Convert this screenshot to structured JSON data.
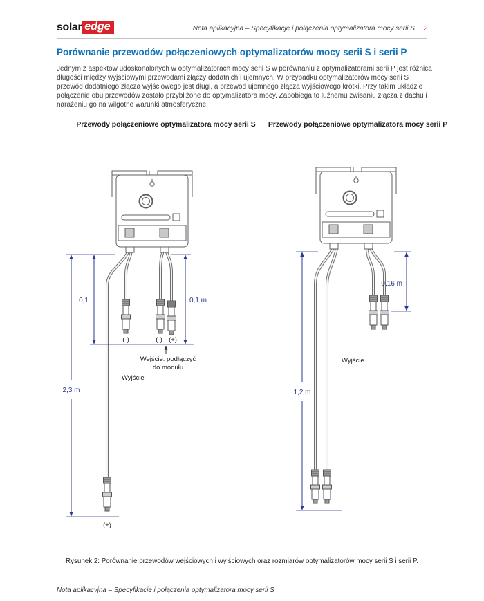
{
  "colors": {
    "brand_red": "#D8232A",
    "heading_blue": "#1274B7",
    "dimension_blue": "#2B3990"
  },
  "header": {
    "logo_solar": "solar",
    "logo_edge": "edge",
    "doc_title": "Nota aplikacyjna – Specyfikacje i połączenia optymalizatora mocy serii S",
    "page_number": "2"
  },
  "content": {
    "title": "Porównanie przewodów połączeniowych optymalizatorów mocy serii S i serii P",
    "paragraph": "Jednym z aspektów udoskonalonych w optymalizatorach mocy serii S w porównaniu z optymalizatorami serii P jest różnica długości między wyjściowymi przewodami złączy dodatnich i ujemnych. W przypadku optymalizatorów mocy serii S przewód dodatniego złącza wyjściowego jest długi, a przewód ujemnego złącza wyjściowego krótki. Przy takim układzie połączenie obu przewodów zostało przybliżone do optymalizatora mocy. Zapobiega to luźnemu zwisaniu złącza z dachu i narażeniu go na wilgotne warunki atmosferyczne."
  },
  "figure": {
    "series_s": {
      "label": "Przewody połączeniowe optymalizatora mocy serii S",
      "dim_input_left": "0,1",
      "dim_input_right": "0,1 m",
      "dim_output": "2,3 m",
      "connector_minus": "(-)",
      "connector_pair_minus": "(-)",
      "connector_pair_plus": "(+)",
      "input_note_line1": "Wejście: podłączyć",
      "input_note_line2": "do modułu",
      "output_label": "Wyjście",
      "connector_plus_bottom": "(+)"
    },
    "series_p": {
      "label": "Przewody połączeniowe optymalizatora mocy serii P",
      "dim_input": "0,16 m",
      "dim_output": "1,2 m",
      "output_label": "Wyjście"
    },
    "caption": "Rysunek 2: Porównanie przewodów wejściowych i wyjściowych oraz rozmiarów optymalizatorów mocy serii S i serii P."
  },
  "footer": {
    "text": "Nota aplikacyjna – Specyfikacje i połączenia optymalizatora mocy serii S"
  }
}
